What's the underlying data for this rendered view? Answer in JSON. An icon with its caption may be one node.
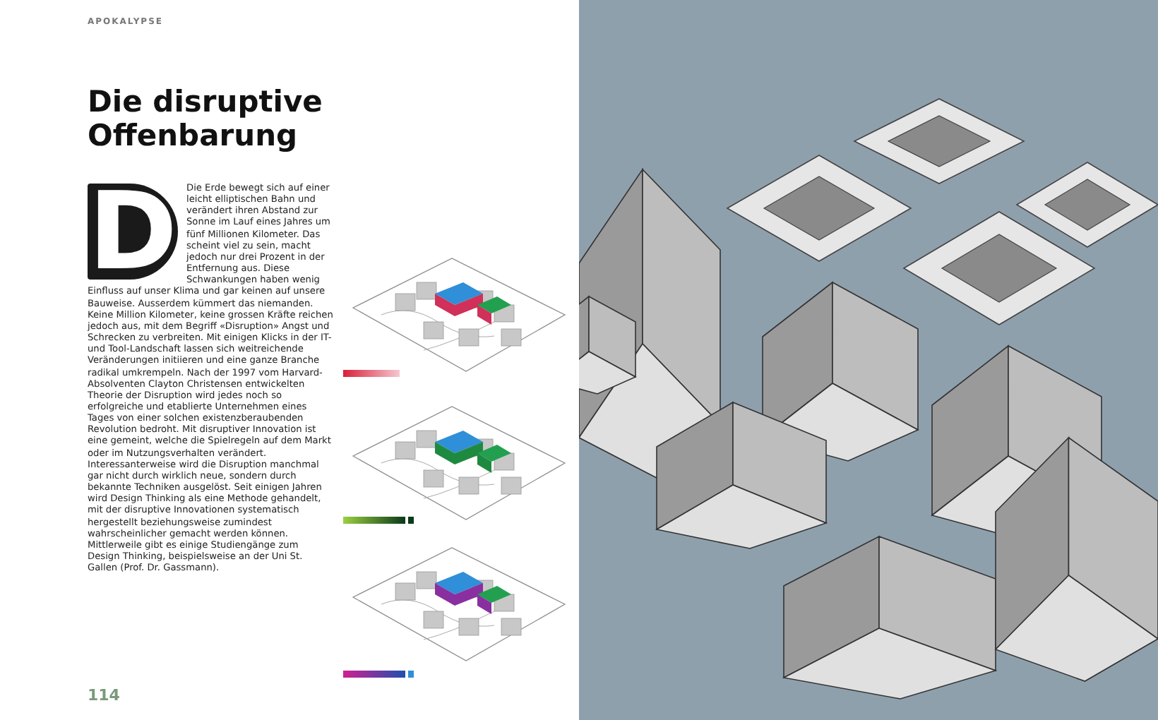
{
  "diagram": {
    "title": "Die disruptive Offenbarung",
    "labels": [
      "APOKALYPSE",
      "D",
      "Die Erde bewegt sich auf einer leicht elliptischen Bahn und verändert ihren Abstand zur Sonne im Lauf eines Jahres um fünf Millionen Kilometer. Das scheint viel zu sein, macht jedoch nur drei Prozent in der Entfernung aus. Diese Schwankungen haben wenig Einfluss auf unser Klima und gar keinen auf unsere Bauweise. Ausserdem kümmert das niemanden.",
      "Keine Million Kilometer, keine grossen Kräfte reichen jedoch aus, mit dem Begriff «Disruption» Angst und Schrecken zu verbreiten. Mit einigen Klicks in der IT- und Tool-Landschaft lassen sich weitreichende Veränderungen initiieren und eine ganze Branche radikal umkrempeln. Nach der 1997 vom Harvard-Absolventen Clayton Christensen entwickelten Theorie der Disruption wird jedes noch so erfolgreiche und etablierte Unternehmen eines Tages von einer solchen existenzberaubenden Revolution bedroht. Mit disruptiver Innovation ist eine gemeint, welche die Spielregeln auf dem Markt oder im Nutzungsverhalten verändert. Interessanterweise wird die Disruption manchmal gar nicht durch wirklich neue, sondern durch bekannte Techniken ausgelöst. Seit einigen Jahren wird Design Thinking als eine Methode gehandelt, mit der disruptive Innovationen systematisch hergestellt beziehungsweise zumindest wahrscheinlicher gemacht werden können. Mittlerweile gibt es einige Studiengänge zum Design Thinking, beispielsweise an der Uni St. Gallen (Prof. Dr. Gassmann).",
      "114"
    ]
  }
}
